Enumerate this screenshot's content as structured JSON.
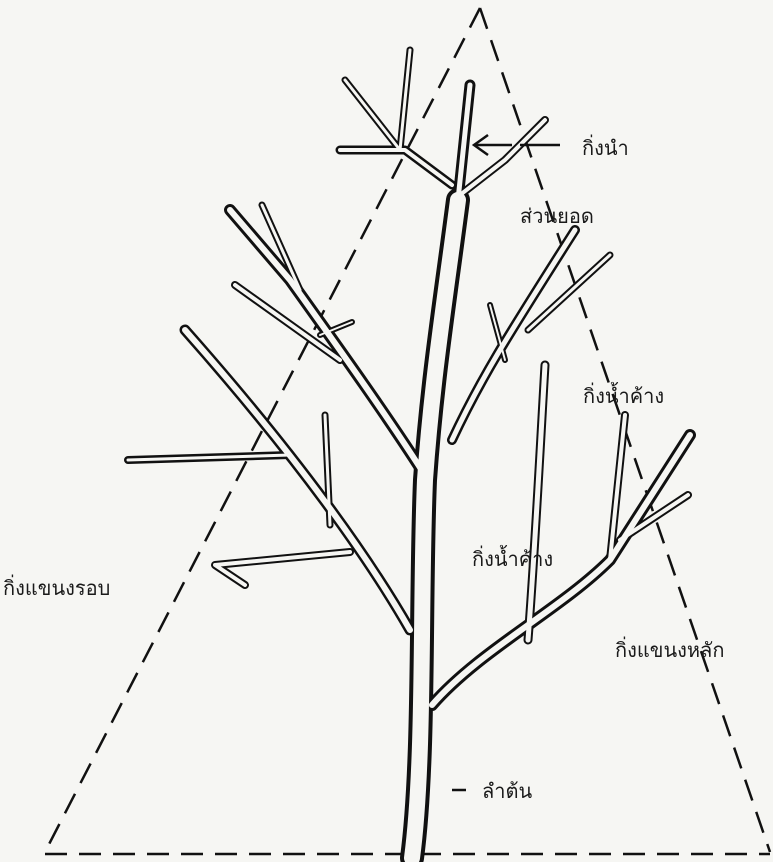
{
  "labels": {
    "leader": "กิ่งนำ",
    "canopy_top": "ส่วนยอด",
    "water_sprout_upper": "กิ่งน้ำค้าง",
    "water_sprout_lower": "กิ่งน้ำค้าง",
    "scaffold_side": "กิ่งแขนงรอบ",
    "scaffold_main": "กิ่งแขนงหลัก",
    "trunk": "ลำต้น"
  }
}
